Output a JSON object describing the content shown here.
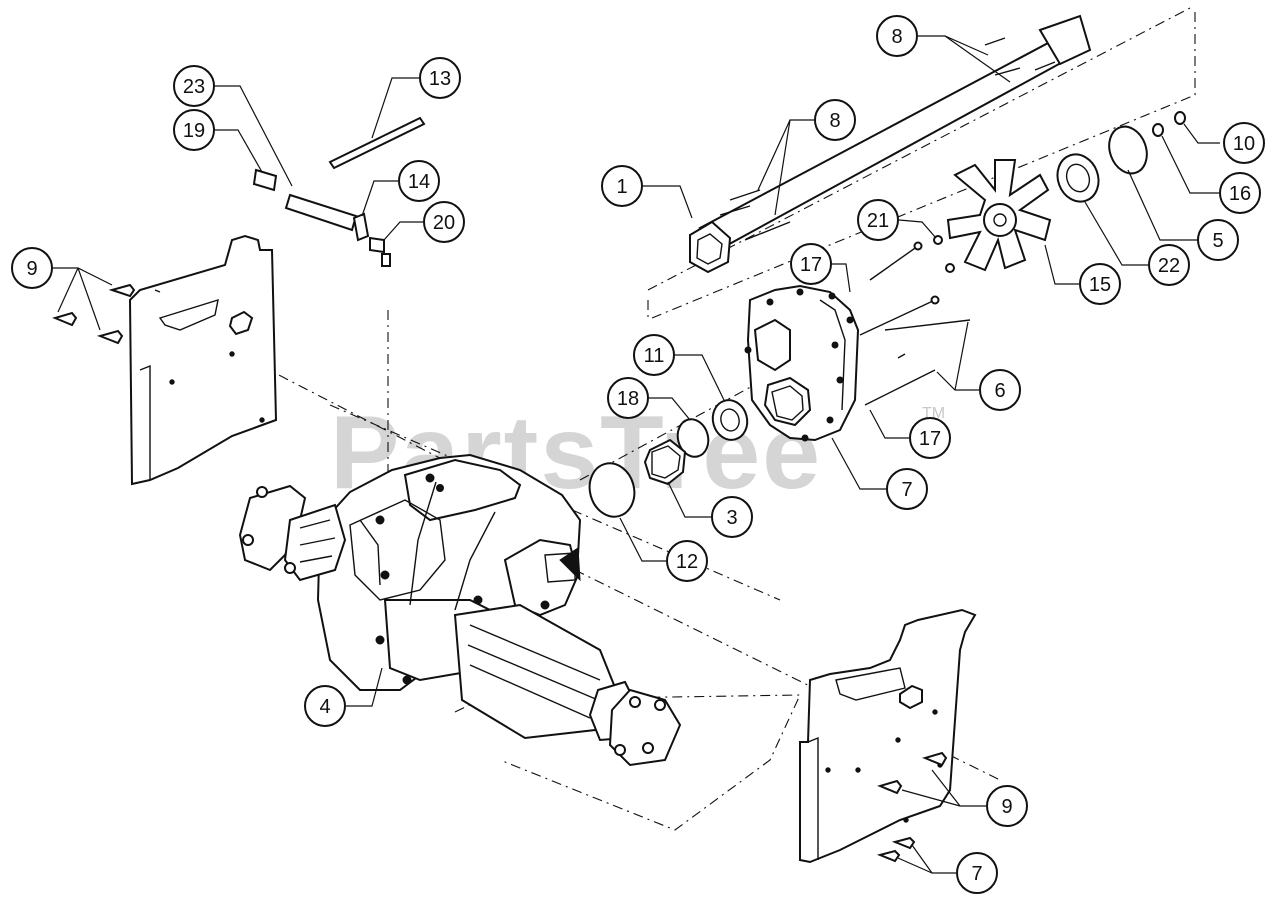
{
  "watermark": {
    "text": "PartsTree",
    "trademark": "TM"
  },
  "callouts": [
    {
      "number": "1"
    },
    {
      "number": "3"
    },
    {
      "number": "4"
    },
    {
      "number": "5"
    },
    {
      "number": "6"
    },
    {
      "number": "7"
    },
    {
      "number": "7"
    },
    {
      "number": "8"
    },
    {
      "number": "8"
    },
    {
      "number": "9"
    },
    {
      "number": "9"
    },
    {
      "number": "10"
    },
    {
      "number": "11"
    },
    {
      "number": "12"
    },
    {
      "number": "13"
    },
    {
      "number": "14"
    },
    {
      "number": "15"
    },
    {
      "number": "16"
    },
    {
      "number": "17"
    },
    {
      "number": "17"
    },
    {
      "number": "18"
    },
    {
      "number": "19"
    },
    {
      "number": "20"
    },
    {
      "number": "21"
    },
    {
      "number": "22"
    },
    {
      "number": "23"
    }
  ],
  "colors": {
    "ink": "#111111",
    "background": "#ffffff",
    "watermark": "#c8c8c8"
  }
}
